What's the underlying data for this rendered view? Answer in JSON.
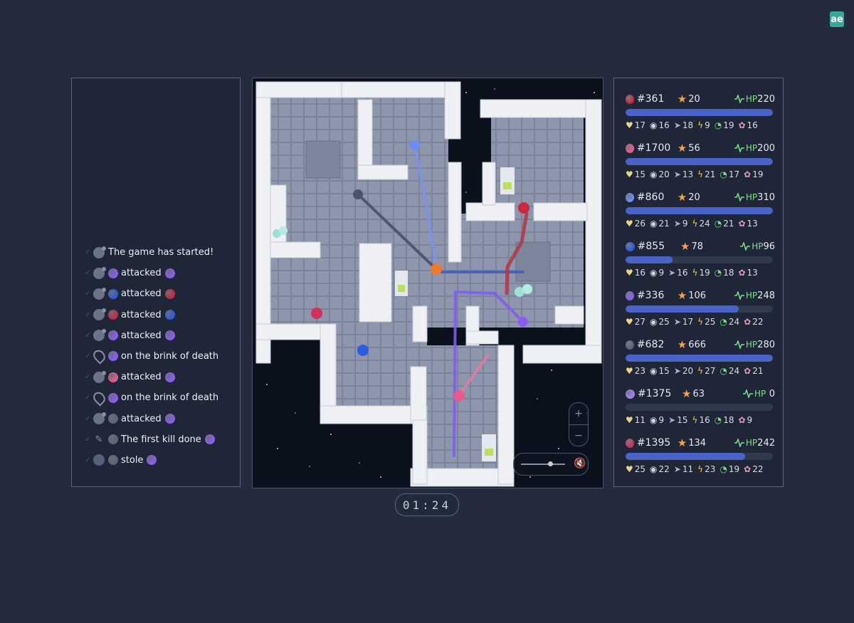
{
  "logo": {
    "text": "ae",
    "color": "#39a79a"
  },
  "log": [
    {
      "icon": "ghost",
      "actor_color": null,
      "text": "The game has started!",
      "target_color": null
    },
    {
      "icon": "ghost",
      "actor_color": "#8b5cf6",
      "text": "attacked",
      "target_color": "#8b5cf6"
    },
    {
      "icon": "ghost",
      "actor_color": "#2f5be0",
      "text": "attacked",
      "target_color": "#c9283f"
    },
    {
      "icon": "ghost",
      "actor_color": "#c9283f",
      "text": "attacked",
      "target_color": "#2f5be0"
    },
    {
      "icon": "ghost",
      "actor_color": "#8b5cf6",
      "text": "attacked",
      "target_color": "#8b5cf6"
    },
    {
      "icon": "pin",
      "actor_color": "#8b5cf6",
      "text": "on the brink of death",
      "target_color": null
    },
    {
      "icon": "ghost",
      "actor_color": "#e85a8a",
      "text": "attacked",
      "target_color": "#8b5cf6"
    },
    {
      "icon": "pin",
      "actor_color": "#8b5cf6",
      "text": "on the brink of death",
      "target_color": null
    },
    {
      "icon": "ghost",
      "actor_color": "#5c6478",
      "text": "attacked",
      "target_color": "#8b5cf6"
    },
    {
      "icon": "pen",
      "actor_color": "#5c6478",
      "text": "The first kill done",
      "target_color": "#8b5cf6"
    },
    {
      "icon": "brain",
      "actor_color": "#5c6478",
      "text": "stole",
      "target_color": "#8b5cf6"
    }
  ],
  "map": {
    "zoom_in": "+",
    "zoom_out": "−",
    "volume_level": 0.7
  },
  "timer": "01:24",
  "players": [
    {
      "id": "#361",
      "color": "#c9283f",
      "score": "20",
      "hp_label": "HP",
      "hp": "220",
      "hp_fraction": 1.0,
      "stats": {
        "heart": "17",
        "eye": "16",
        "shoe": "18",
        "bolt": "9",
        "gauge": "19",
        "flower": "16"
      }
    },
    {
      "id": "#1700",
      "color": "#e85a8a",
      "score": "56",
      "hp_label": "HP",
      "hp": "200",
      "hp_fraction": 1.0,
      "stats": {
        "heart": "15",
        "eye": "20",
        "shoe": "13",
        "bolt": "21",
        "gauge": "17",
        "flower": "19"
      }
    },
    {
      "id": "#860",
      "color": "#6a8ef5",
      "score": "20",
      "hp_label": "HP",
      "hp": "310",
      "hp_fraction": 1.0,
      "stats": {
        "heart": "26",
        "eye": "21",
        "shoe": "9",
        "bolt": "24",
        "gauge": "21",
        "flower": "13"
      }
    },
    {
      "id": "#855",
      "color": "#2f5be0",
      "score": "78",
      "hp_label": "HP",
      "hp": "96",
      "hp_fraction": 0.32,
      "stats": {
        "heart": "16",
        "eye": "9",
        "shoe": "16",
        "bolt": "19",
        "gauge": "18",
        "flower": "13"
      }
    },
    {
      "id": "#336",
      "color": "#8b5cf6",
      "score": "106",
      "hp_label": "HP",
      "hp": "248",
      "hp_fraction": 0.77,
      "stats": {
        "heart": "27",
        "eye": "25",
        "shoe": "17",
        "bolt": "25",
        "gauge": "24",
        "flower": "22"
      }
    },
    {
      "id": "#682",
      "color": "#5c6478",
      "score": "666",
      "hp_label": "HP",
      "hp": "280",
      "hp_fraction": 1.0,
      "stats": {
        "heart": "23",
        "eye": "15",
        "shoe": "20",
        "bolt": "27",
        "gauge": "24",
        "flower": "21"
      }
    },
    {
      "id": "#1375",
      "color": "#a67cf8",
      "score": "63",
      "hp_label": "HP",
      "hp": "0",
      "hp_fraction": 0.0,
      "stats": {
        "heart": "11",
        "eye": "9",
        "shoe": "15",
        "bolt": "16",
        "gauge": "18",
        "flower": "9"
      }
    },
    {
      "id": "#1395",
      "color": "#d0305a",
      "score": "134",
      "hp_label": "HP",
      "hp": "242",
      "hp_fraction": 0.81,
      "stats": {
        "heart": "25",
        "eye": "22",
        "shoe": "11",
        "bolt": "23",
        "gauge": "19",
        "flower": "22"
      }
    }
  ]
}
